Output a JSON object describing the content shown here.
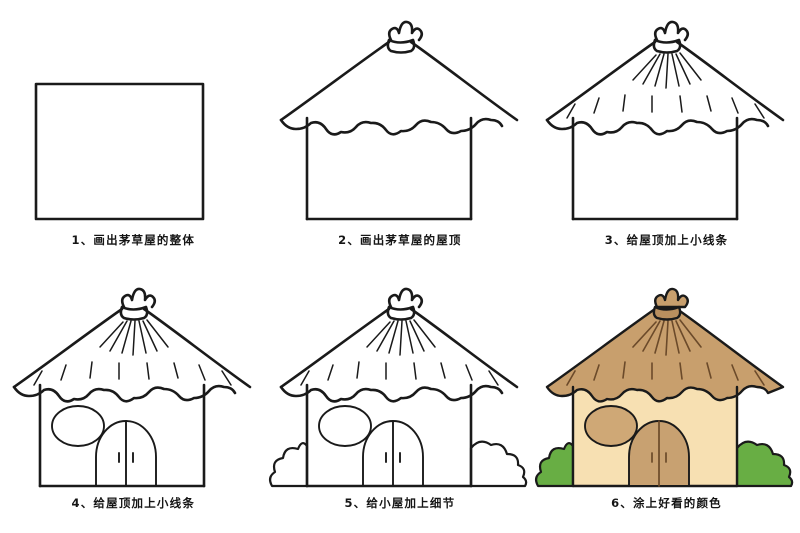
{
  "tutorial": {
    "subject": "thatched-hut",
    "total_steps": 6,
    "steps": [
      {
        "number": "1",
        "caption": "1、画出茅草屋的整体",
        "desc": "draw-body-rectangle"
      },
      {
        "number": "2",
        "caption": "2、画出茅草屋的屋顶",
        "desc": "draw-roof"
      },
      {
        "number": "3",
        "caption": "3、给屋顶加上小线条",
        "desc": "add-roof-lines"
      },
      {
        "number": "4",
        "caption": "4、给屋顶加上小线条",
        "desc": "add-window-and-door"
      },
      {
        "number": "5",
        "caption": "5、给小屋加上细节",
        "desc": "add-bushes-detail"
      },
      {
        "number": "6",
        "caption": "6、涂上好看的颜色",
        "desc": "color-it-in"
      }
    ]
  },
  "palette": {
    "outline": "#1a1a1a",
    "roof_fill": "#c89f6d",
    "roof_line": "#6b4a2a",
    "knot_fill": "#b98f5e",
    "wall_fill": "#f7e0b2",
    "door_fill": "#c8a171",
    "window_fill": "#cfa876",
    "bush_fill": "#68ae44",
    "bush_outline": "#2e6b1e",
    "paper": "#ffffff"
  }
}
